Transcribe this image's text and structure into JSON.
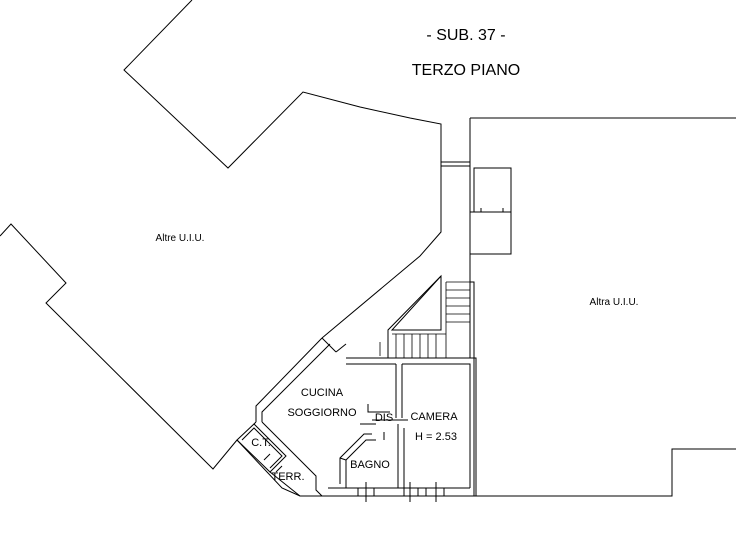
{
  "header": {
    "sub_label": "- SUB. 37 -",
    "floor_label": "TERZO PIANO"
  },
  "areas": {
    "left_unit": "Altre U.I.U.",
    "right_unit": "Altra U.I.U."
  },
  "rooms": {
    "kitchen_line1": "CUCINA",
    "kitchen_line2": "SOGGIORNO",
    "hall": "DIS",
    "bedroom": "CAMERA",
    "height": "H = 2.53",
    "bathroom": "BAGNO",
    "boiler": "C.T.",
    "terrace": "TERR."
  }
}
